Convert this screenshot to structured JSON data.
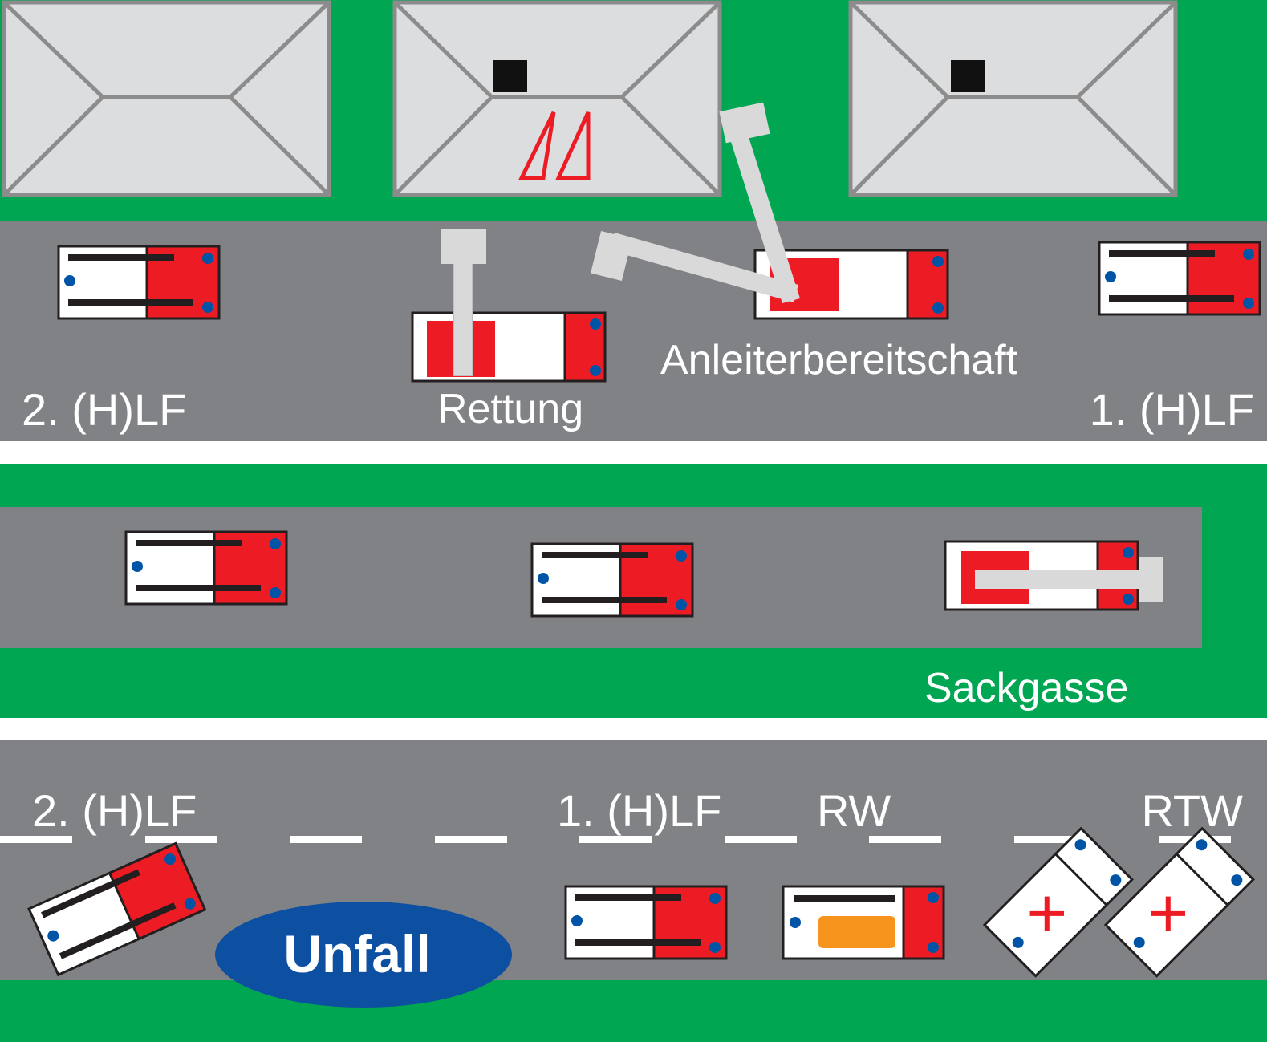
{
  "panel_top": {
    "label_second_hlf": "2. (H)LF",
    "label_rescue": "Rettung",
    "label_ladder_standby": "Anleiterbereitschaft",
    "label_first_hlf": "1. (H)LF"
  },
  "panel_middle": {
    "label_dead_end": "Sackgasse"
  },
  "panel_bottom": {
    "label_second_hlf": "2. (H)LF",
    "label_first_hlf": "1. (H)LF",
    "label_rw": "RW",
    "label_rtw": "RTW",
    "accident_label": "Unfall"
  },
  "colors": {
    "grass": "#00a651",
    "road": "#808285",
    "roof": "#dcdddf",
    "roof_line": "#8c8c8c",
    "vehicle_red": "#ed1c24",
    "ladder": "#d9d9d9",
    "blue_light": "#0054a6",
    "accident": "#0d4fa0",
    "orange": "#f7941d",
    "black": "#231f20"
  }
}
